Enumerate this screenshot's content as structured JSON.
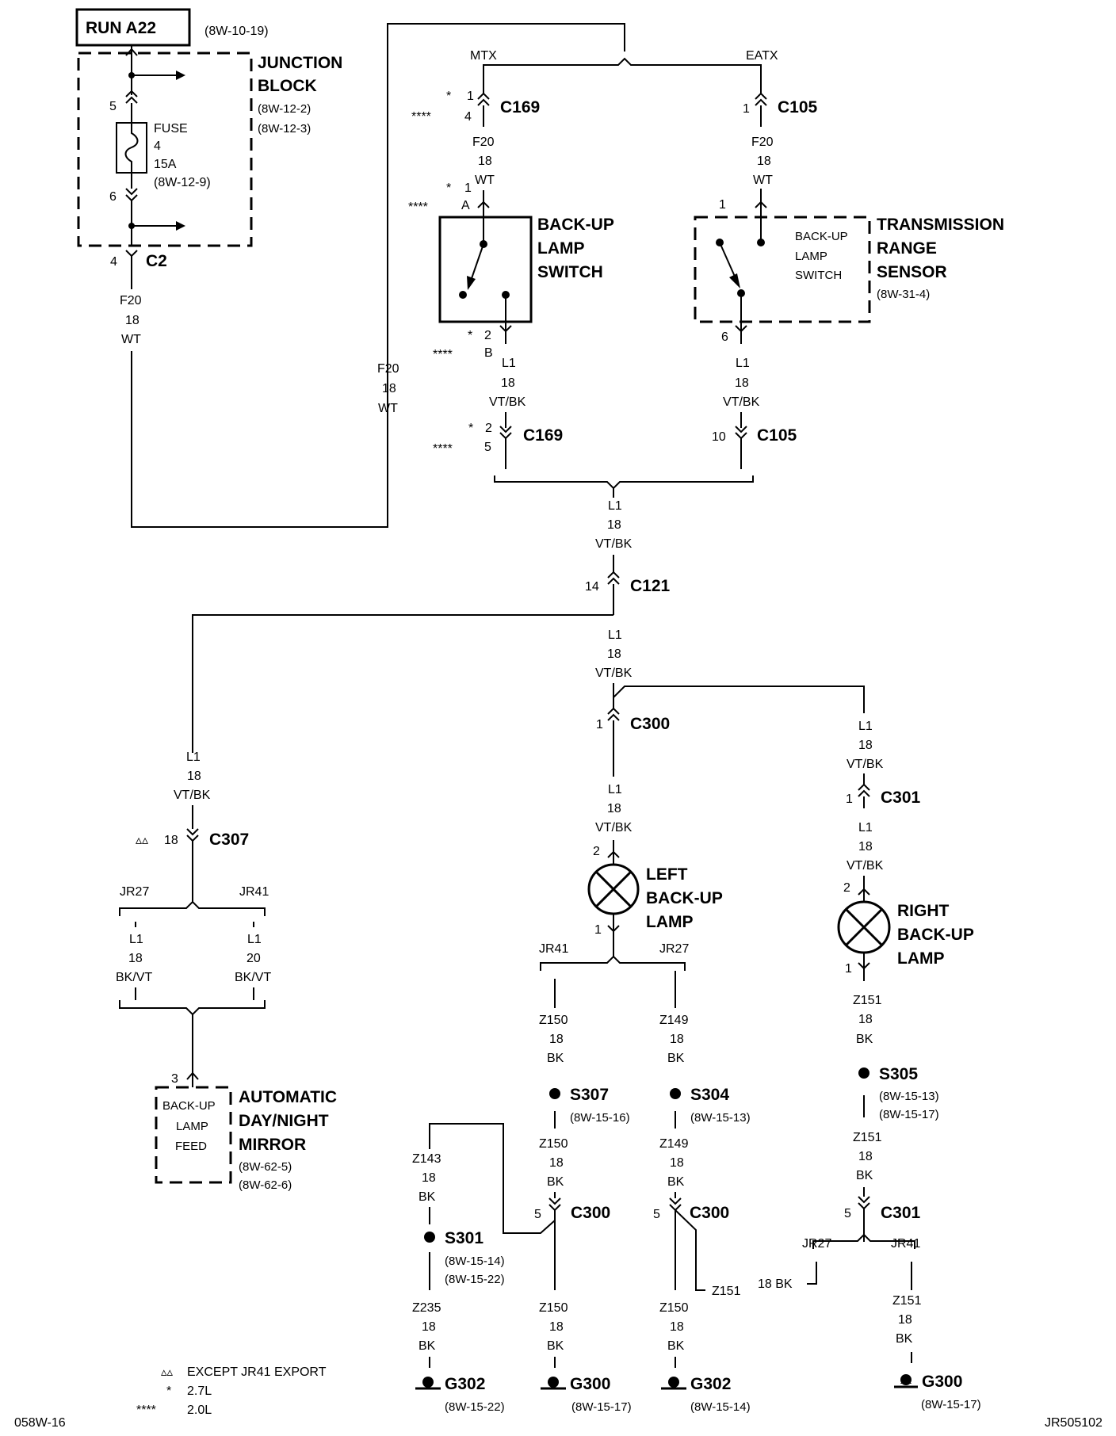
{
  "title": "RUN A22",
  "title_ref": "(8W-10-19)",
  "junction_block": {
    "name_line1": "JUNCTION",
    "name_line2": "BLOCK",
    "ref1": "(8W-12-2)",
    "ref2": "(8W-12-3)",
    "fuse_label": "FUSE",
    "fuse_num": "4",
    "fuse_amps": "15A",
    "fuse_ref": "(8W-12-9)",
    "pin_in": "5",
    "pin_out": "6",
    "connector": "C2",
    "connector_pin": "4"
  },
  "wire_f20": {
    "circuit": "F20",
    "gauge": "18",
    "color": "WT"
  },
  "wire_l1": {
    "circuit": "L1",
    "gauge": "18",
    "color": "VT/BK"
  },
  "branch": {
    "mtx": "MTX",
    "eatx": "EATX",
    "jr27": "JR27",
    "jr41": "JR41"
  },
  "c169": {
    "name": "C169",
    "pin_27": "1",
    "pin_20": "4",
    "pin2_27": "2",
    "pin2_20": "5"
  },
  "c105": {
    "name": "C105",
    "pin_top": "1",
    "pin_bot": "10"
  },
  "backup_switch": {
    "line1": "BACK-UP",
    "line2": "LAMP",
    "line3": "SWITCH",
    "pin_27_top": "1",
    "pin_20_top": "A",
    "pin_27_bot": "2",
    "pin_20_bot": "B"
  },
  "trs": {
    "line1": "TRANSMISSION",
    "line2": "RANGE",
    "line3": "SENSOR",
    "ref": "(8W-31-4)",
    "inner1": "BACK-UP",
    "inner2": "LAMP",
    "inner3": "SWITCH",
    "pin_top": "1",
    "pin_bot": "6"
  },
  "c121": {
    "name": "C121",
    "pin": "14"
  },
  "c300": {
    "name": "C300",
    "pin_top": "1",
    "pin_bot": "5"
  },
  "c301": {
    "name": "C301",
    "pin_top": "1",
    "pin_bot": "5"
  },
  "c307": {
    "name": "C307",
    "pin": "18"
  },
  "left_lamp": {
    "line1": "LEFT",
    "line2": "BACK-UP",
    "line3": "LAMP",
    "pin_top": "2",
    "pin_bot": "1"
  },
  "right_lamp": {
    "line1": "RIGHT",
    "line2": "BACK-UP",
    "line3": "LAMP",
    "pin_top": "2",
    "pin_bot": "1"
  },
  "mirror": {
    "line1": "AUTOMATIC",
    "line2": "DAY/NIGHT",
    "line3": "MIRROR",
    "ref1": "(8W-62-5)",
    "ref2": "(8W-62-6)",
    "inner1": "BACK-UP",
    "inner2": "LAMP",
    "inner3": "FEED",
    "pin": "3"
  },
  "wire_l1_bkvt": {
    "circuit": "L1",
    "gauge": "18",
    "color": "BK/VT"
  },
  "wire_l1_20": {
    "circuit": "L1",
    "gauge": "20",
    "color": "BK/VT"
  },
  "ground_wires": {
    "z150": "Z150",
    "z149": "Z149",
    "z151": "Z151",
    "z143": "Z143",
    "z235": "Z235",
    "gauge": "18",
    "color": "BK",
    "z151_side": "Z151",
    "side_18bk": "18 BK"
  },
  "splices": {
    "s307": "S307",
    "s307_ref": "(8W-15-16)",
    "s304": "S304",
    "s304_ref": "(8W-15-13)",
    "s305": "S305",
    "s305_ref1": "(8W-15-13)",
    "s305_ref2": "(8W-15-17)",
    "s301": "S301",
    "s301_ref1": "(8W-15-14)",
    "s301_ref2": "(8W-15-22)"
  },
  "grounds": {
    "g302a": "G302",
    "g302a_ref": "(8W-15-22)",
    "g300a": "G300",
    "g300a_ref": "(8W-15-17)",
    "g302b": "G302",
    "g302b_ref": "(8W-15-14)",
    "g300b": "G300",
    "g300b_ref": "(8W-15-17)"
  },
  "legend": {
    "tri_sym": "▵▵",
    "tri_text": "EXCEPT JR41 EXPORT",
    "star_sym": "*",
    "star_text": "2.7L",
    "stars_sym": "****",
    "stars_text": "2.0L"
  },
  "footer_left": "058W-16",
  "footer_right": "JR505102"
}
